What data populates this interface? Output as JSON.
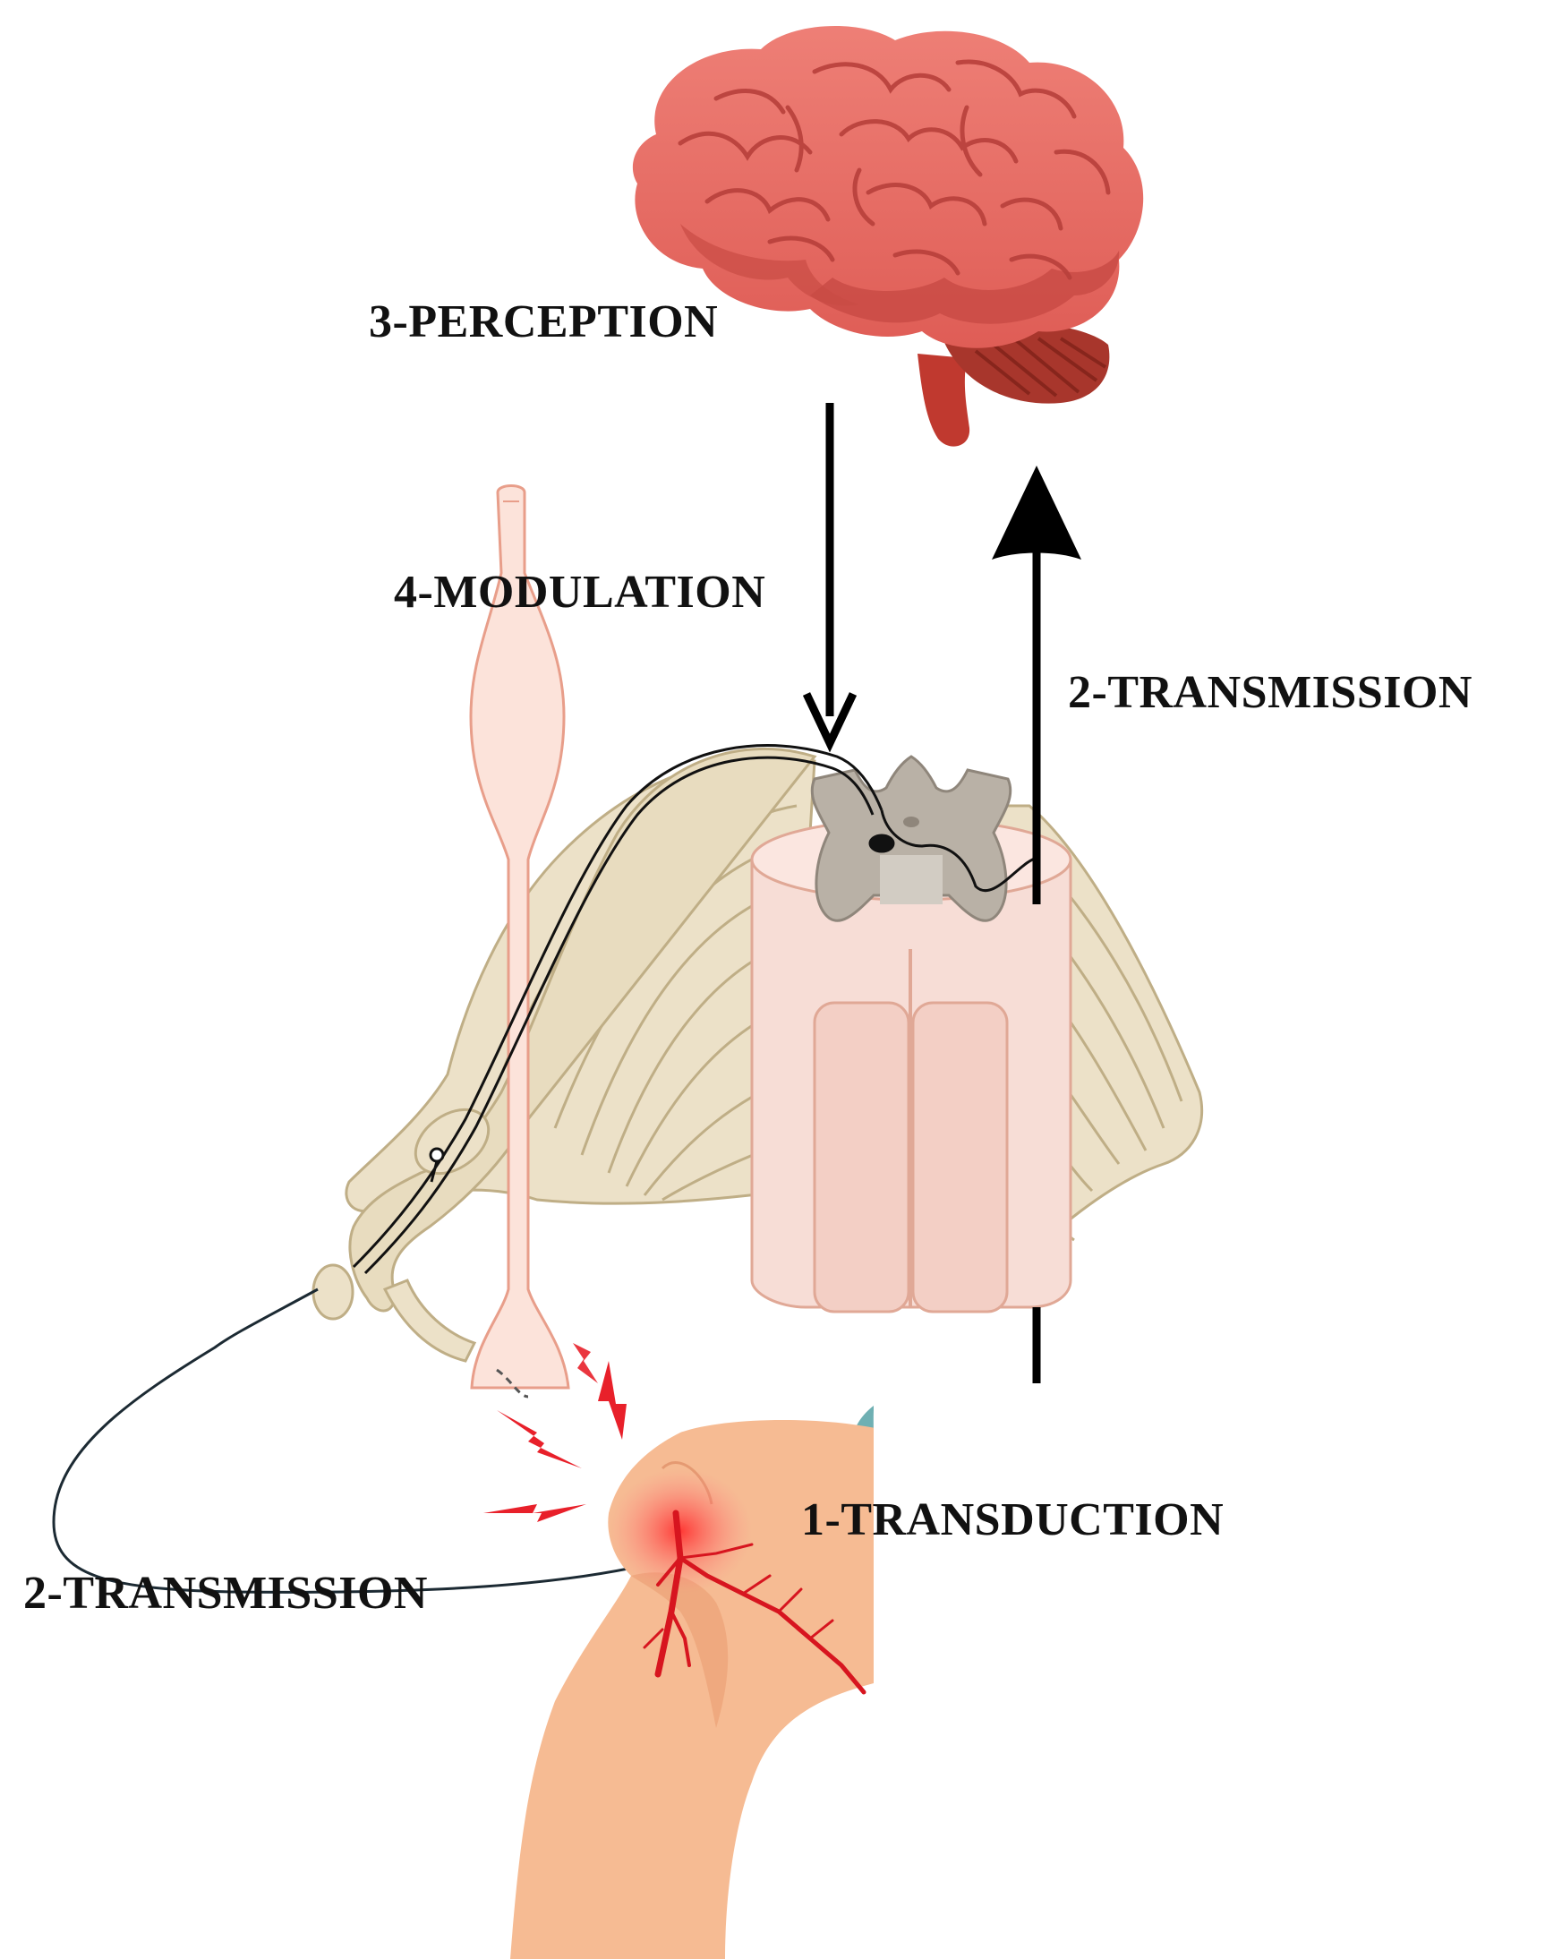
{
  "labels": {
    "perception": "3-PERCEPTION",
    "modulation": "4-MODULATION",
    "transmission_ascending": "2-TRANSMISSION",
    "transduction": "1-TRANSDUCTION",
    "transmission_peripheral": "2-TRANSMISSION"
  },
  "colors": {
    "brain": "#e86a62",
    "brain_shadow": "#c94b45",
    "brain_fold": "#b8403b",
    "cerebellum": "#a8362c",
    "spinal_cord": "#f7ddd6",
    "spinal_cord_edge": "#e0a896",
    "gray_matter": "#b9b1a6",
    "nerve_roots": "#ece1c8",
    "nerve_roots_edge": "#bfae86",
    "skin": "#f6bb93",
    "skin_shade": "#eea57b",
    "pain_red": "#e8202a",
    "vessel_red": "#d7151f",
    "arrow": "#000000",
    "nerve_fiber": "#1c2a33"
  },
  "icons": [
    "brain-icon",
    "spinal-cord-icon",
    "neuron-icon",
    "knee-icon",
    "lightning-bolt-icon",
    "arrow-up-icon",
    "arrow-down-icon"
  ]
}
